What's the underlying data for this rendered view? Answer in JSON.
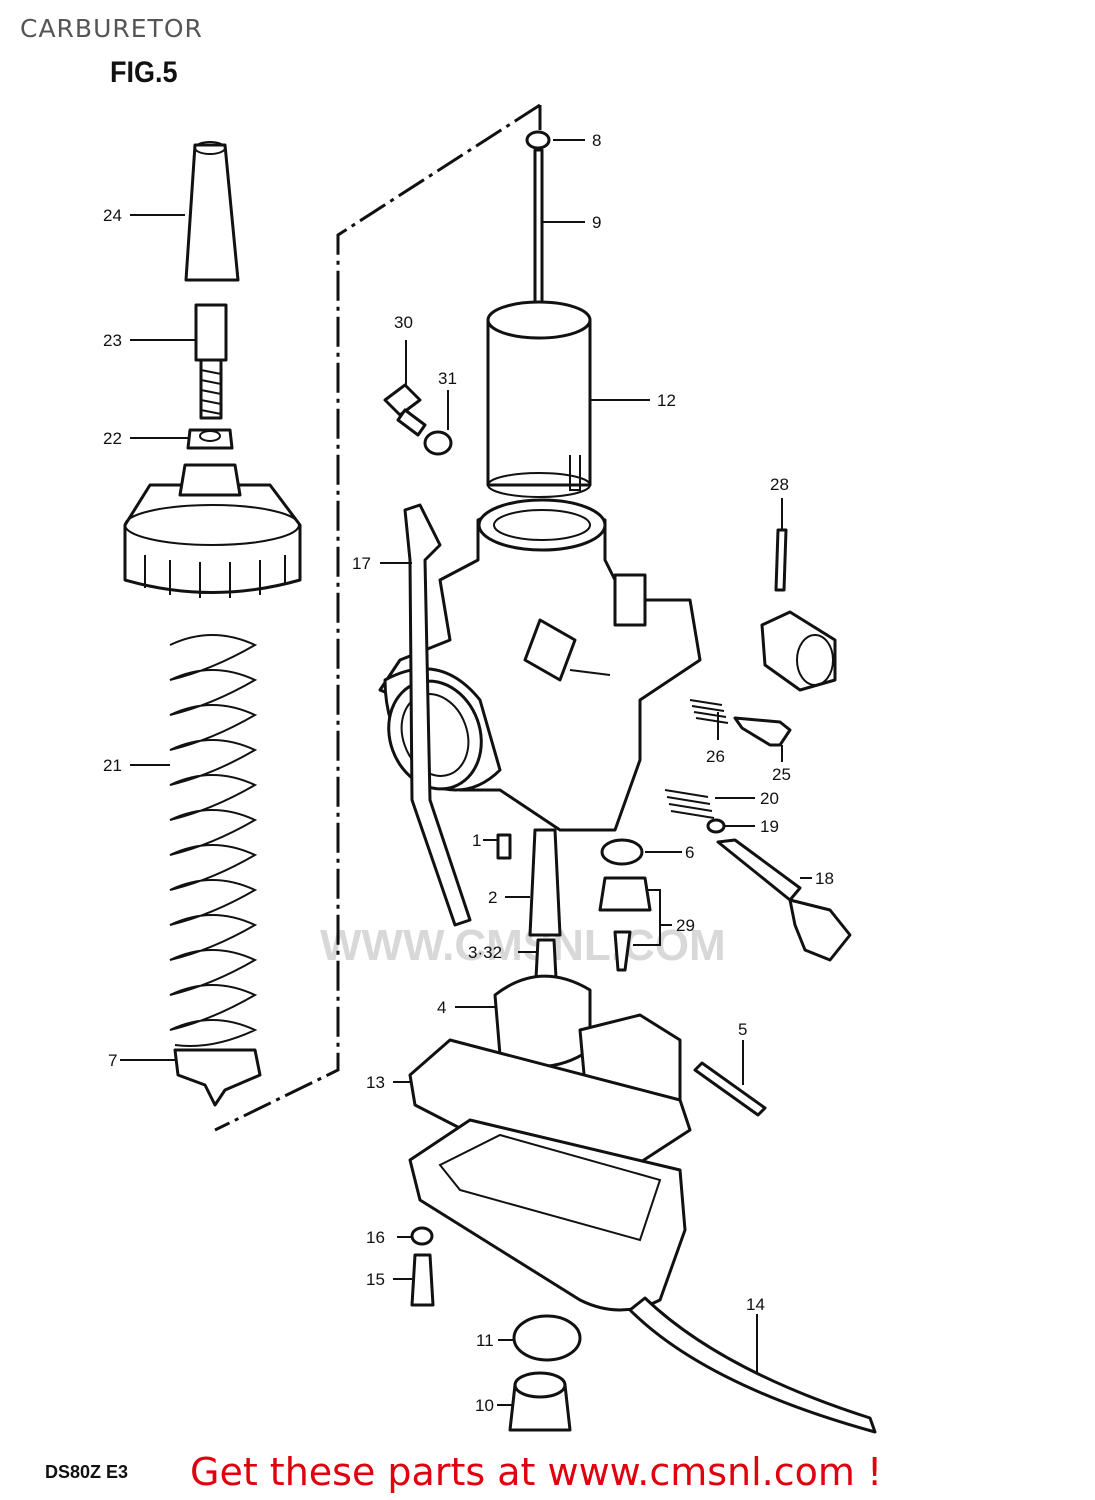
{
  "header": {
    "title": "CARBURETOR",
    "figure": "FIG.5"
  },
  "footer": {
    "model": "DS80Z  E3",
    "promo_text": "Get these parts at www.cmsnl.com !"
  },
  "watermark": {
    "text": "WWW.CMSNL.COM"
  },
  "callouts": [
    "1",
    "2",
    "3·32",
    "4",
    "5",
    "6",
    "7",
    "8",
    "9",
    "10",
    "11",
    "12",
    "13",
    "14",
    "15",
    "16",
    "17",
    "18",
    "19",
    "20",
    "21",
    "22",
    "23",
    "24",
    "25",
    "26",
    "28",
    "29",
    "30",
    "31"
  ]
}
